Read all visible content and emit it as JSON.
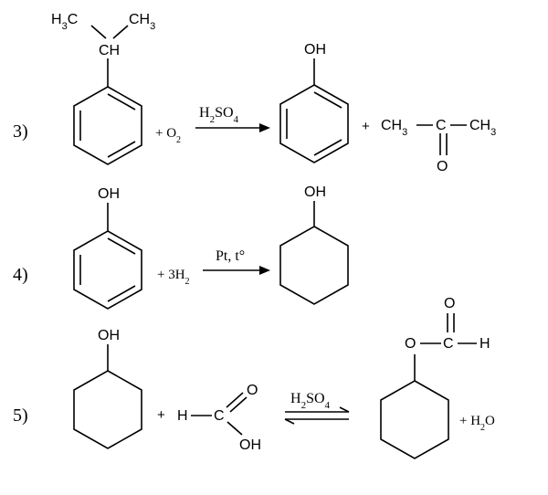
{
  "reactions": [
    {
      "number": "3)",
      "reactant1": {
        "structure": "isopropylbenzene",
        "left_methyl": "H3C",
        "right_methyl": "CH3",
        "center": "CH"
      },
      "reagent": "+ O2",
      "catalyst": "H2SO4",
      "product1": {
        "structure": "phenol",
        "group": "OH"
      },
      "plus": "+",
      "product2": {
        "structure": "acetone",
        "left": "CH3",
        "center": "C",
        "right": "CH3",
        "oxygen": "O"
      }
    },
    {
      "number": "4)",
      "reactant1": {
        "structure": "phenol",
        "group": "OH"
      },
      "reagent": "+ 3H2",
      "catalyst": "Pt, t°",
      "product1": {
        "structure": "cyclohexanol",
        "group": "OH"
      }
    },
    {
      "number": "5)",
      "reactant1": {
        "structure": "cyclohexanol",
        "group": "OH"
      },
      "plus": "+",
      "reactant2": {
        "structure": "formic acid",
        "h": "H",
        "c": "C",
        "o": "O",
        "oh": "OH"
      },
      "catalyst": "H2SO4",
      "product1": {
        "structure": "cyclohexyl formate",
        "o_link": "O",
        "c": "C",
        "h": "H",
        "o_carbonyl": "O"
      },
      "byproduct": "+ H2O"
    }
  ]
}
